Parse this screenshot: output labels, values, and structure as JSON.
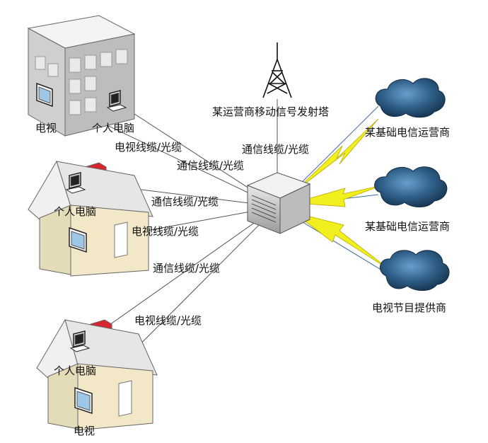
{
  "labels": {
    "tower": "某运营商移动信号发射塔",
    "telecom_1": "某基础电信运营商",
    "telecom_2": "某基础电信运营商",
    "tv_provider": "电视节目提供商",
    "office_tv": "电视",
    "office_pc": "个人电脑",
    "house1_pc": "个人电脑",
    "house2_pc": "个人电脑",
    "house2_tv": "电视",
    "cable_office_tv": "电视线缆/光缆",
    "cable_office_comm": "通信线缆/光缆",
    "cable_house1_comm": "通信线缆/光缆",
    "cable_house1_tv": "电视线缆/光缆",
    "cable_house2_comm": "通信线缆/光缆",
    "cable_house2_tv": "电视线缆/光缆",
    "cable_tower": "通信线缆/光缆"
  },
  "colors": {
    "lightning": "#f2ef1e",
    "cloud": "#2f5f88",
    "chimney": "#d8262e",
    "house_wall": "#efe6c9",
    "building": "#d9d9d9"
  }
}
